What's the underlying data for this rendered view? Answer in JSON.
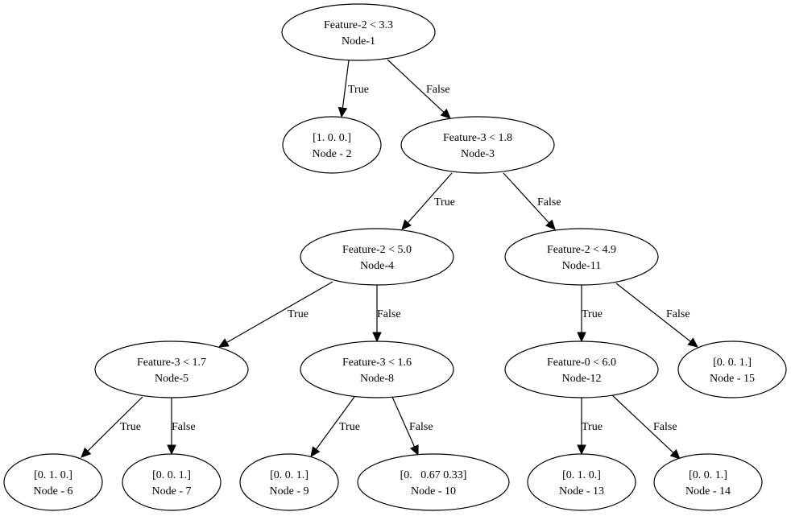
{
  "nodes": [
    {
      "id": "n1",
      "line1": "Feature-2 < 3.3",
      "line2": "Node-1"
    },
    {
      "id": "n2",
      "line1": "[1. 0. 0.]",
      "line2": "Node - 2"
    },
    {
      "id": "n3",
      "line1": "Feature-3 < 1.8",
      "line2": "Node-3"
    },
    {
      "id": "n4",
      "line1": "Feature-2 < 5.0",
      "line2": "Node-4"
    },
    {
      "id": "n11",
      "line1": "Feature-2 < 4.9",
      "line2": "Node-11"
    },
    {
      "id": "n5",
      "line1": "Feature-3 < 1.7",
      "line2": "Node-5"
    },
    {
      "id": "n8",
      "line1": "Feature-3 < 1.6",
      "line2": "Node-8"
    },
    {
      "id": "n12",
      "line1": "Feature-0 < 6.0",
      "line2": "Node-12"
    },
    {
      "id": "n15",
      "line1": "[0. 0. 1.]",
      "line2": "Node - 15"
    },
    {
      "id": "n6",
      "line1": "[0. 1. 0.]",
      "line2": "Node - 6"
    },
    {
      "id": "n7",
      "line1": "[0. 0. 1.]",
      "line2": "Node - 7"
    },
    {
      "id": "n9",
      "line1": "[0. 0. 1.]",
      "line2": "Node - 9"
    },
    {
      "id": "n10",
      "line1": "[0.   0.67 0.33]",
      "line2": "Node - 10"
    },
    {
      "id": "n13",
      "line1": "[0. 1. 0.]",
      "line2": "Node - 13"
    },
    {
      "id": "n14",
      "line1": "[0. 0. 1.]",
      "line2": "Node - 14"
    }
  ],
  "edges": [
    {
      "from": "n1",
      "to": "n2",
      "label": "True"
    },
    {
      "from": "n1",
      "to": "n3",
      "label": "False"
    },
    {
      "from": "n3",
      "to": "n4",
      "label": "True"
    },
    {
      "from": "n3",
      "to": "n11",
      "label": "False"
    },
    {
      "from": "n4",
      "to": "n5",
      "label": "True"
    },
    {
      "from": "n4",
      "to": "n8",
      "label": "False"
    },
    {
      "from": "n11",
      "to": "n12",
      "label": "True"
    },
    {
      "from": "n11",
      "to": "n15",
      "label": "False"
    },
    {
      "from": "n5",
      "to": "n6",
      "label": "True"
    },
    {
      "from": "n5",
      "to": "n7",
      "label": "False"
    },
    {
      "from": "n8",
      "to": "n9",
      "label": "True"
    },
    {
      "from": "n8",
      "to": "n10",
      "label": "False"
    },
    {
      "from": "n12",
      "to": "n13",
      "label": "True"
    },
    {
      "from": "n12",
      "to": "n14",
      "label": "False"
    }
  ]
}
